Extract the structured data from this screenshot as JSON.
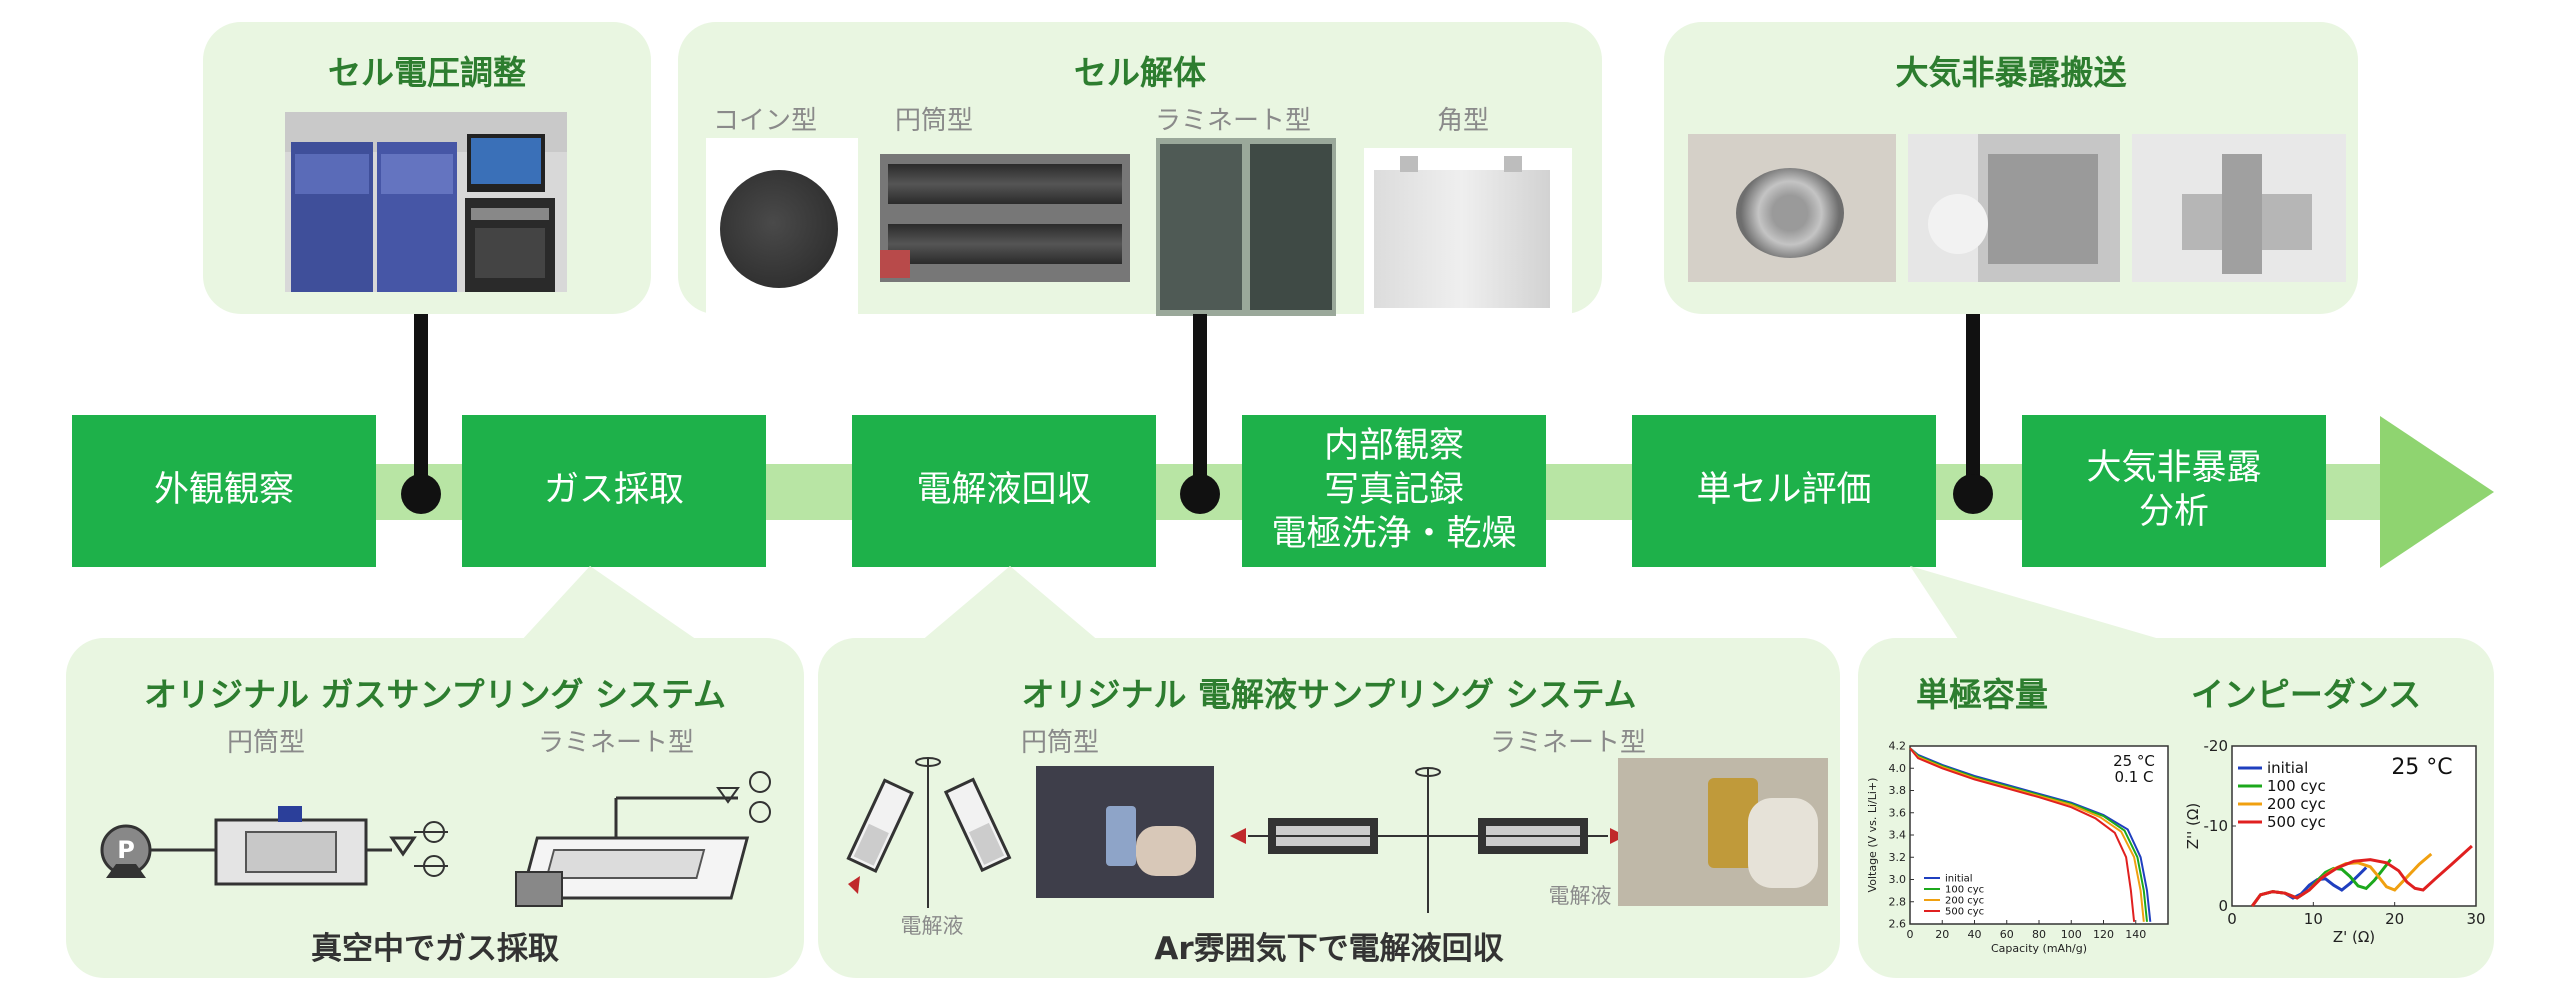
{
  "steps": [
    {
      "label": "外観観察"
    },
    {
      "label": "ガス採取"
    },
    {
      "label": "電解液回収"
    },
    {
      "label": "内部観察\n写真記録\n電極洗浄・乾燥"
    },
    {
      "label": "単セル評価"
    },
    {
      "label": "大気非暴露\n分析"
    }
  ],
  "panels": {
    "voltage": {
      "title": "セル電圧調整"
    },
    "disassembly": {
      "title": "セル解体",
      "types": [
        "コイン型",
        "円筒型",
        "ラミネート型",
        "角型"
      ]
    },
    "transport": {
      "title": "大気非暴露搬送"
    },
    "gas": {
      "title": "オリジナル ガスサンプリング システム",
      "types": [
        "円筒型",
        "ラミネート型"
      ],
      "pump_letter": "P",
      "caption": "真空中でガス採取"
    },
    "electrolyte": {
      "title": "オリジナル 電解液サンプリング システム",
      "types": [
        "円筒型",
        "ラミネート型"
      ],
      "label_electrolyte": "電解液",
      "caption": "Ar雰囲気下で電解液回収"
    },
    "evaluation": {
      "title_capacity": "単極容量",
      "title_impedance": "インピーダンス"
    }
  },
  "colors": {
    "step_green": "#1eb14a",
    "arrow_green": "#b8e5a4",
    "panel_bg": "#e9f6e1",
    "title_green": "#2d7d2f"
  },
  "chart_data": [
    {
      "type": "line",
      "title": "単極容量",
      "annotation": [
        "25 °C",
        "0.1 C"
      ],
      "xlabel": "Capacity (mAh/g)",
      "ylabel": "Voltage (V vs. Li/Li+)",
      "xlim": [
        0,
        160
      ],
      "ylim": [
        2.6,
        4.2
      ],
      "xticks": [
        "0",
        "20",
        "40",
        "60",
        "80",
        "100",
        "120",
        "140"
      ],
      "yticks": [
        "2.6",
        "2.8",
        "3.0",
        "3.2",
        "3.4",
        "3.6",
        "3.8",
        "4.0",
        "4.2"
      ],
      "legend_position": "bottom-left",
      "series": [
        {
          "name": "initial",
          "color": "#1f3fbf",
          "x": [
            0,
            5,
            20,
            40,
            60,
            80,
            100,
            120,
            135,
            143,
            147,
            149
          ],
          "y": [
            4.18,
            4.12,
            4.03,
            3.93,
            3.85,
            3.77,
            3.69,
            3.58,
            3.45,
            3.2,
            2.9,
            2.62
          ]
        },
        {
          "name": "100 cyc",
          "color": "#1ca81c",
          "x": [
            0,
            5,
            20,
            40,
            60,
            80,
            100,
            120,
            133,
            141,
            145,
            147
          ],
          "y": [
            4.18,
            4.11,
            4.02,
            3.92,
            3.84,
            3.76,
            3.68,
            3.57,
            3.44,
            3.2,
            2.9,
            2.62
          ]
        },
        {
          "name": "200 cyc",
          "color": "#f0a010",
          "x": [
            0,
            5,
            20,
            40,
            60,
            80,
            100,
            118,
            131,
            139,
            143,
            145
          ],
          "y": [
            4.18,
            4.1,
            4.01,
            3.91,
            3.83,
            3.75,
            3.67,
            3.56,
            3.43,
            3.2,
            2.9,
            2.62
          ]
        },
        {
          "name": "500 cyc",
          "color": "#e02020",
          "x": [
            0,
            5,
            20,
            40,
            60,
            80,
            100,
            115,
            127,
            134,
            137,
            139
          ],
          "y": [
            4.18,
            4.09,
            4.0,
            3.9,
            3.82,
            3.74,
            3.65,
            3.55,
            3.42,
            3.2,
            2.9,
            2.62
          ]
        }
      ]
    },
    {
      "type": "line",
      "title": "インピーダンス",
      "annotation": [
        "25 °C"
      ],
      "xlabel": "Z' (Ω)",
      "ylabel": "Z'' (Ω)",
      "xlim": [
        0,
        30
      ],
      "ylim": [
        0,
        -20
      ],
      "xticks": [
        "0",
        "10",
        "20",
        "30"
      ],
      "yticks": [
        "0",
        "-10",
        "-20"
      ],
      "legend_position": "top-left",
      "series": [
        {
          "name": "initial",
          "color": "#1f3fbf",
          "x": [
            2.5,
            3.5,
            5,
            6.5,
            7.5,
            8.5,
            9.5,
            10.5,
            11.5,
            12.5,
            13.5,
            14.5,
            15.5,
            16.5
          ],
          "y": [
            0,
            -1.4,
            -1.8,
            -1.6,
            -1.0,
            -1.5,
            -2.6,
            -3.3,
            -3.4,
            -2.6,
            -2.0,
            -2.8,
            -3.8,
            -4.8
          ]
        },
        {
          "name": "100 cyc",
          "color": "#1ca81c",
          "x": [
            2.5,
            3.5,
            5,
            6.5,
            8,
            9.5,
            10.5,
            11.5,
            12.5,
            13.5,
            14.5,
            15.5,
            16.5,
            17.5,
            18.5,
            19.5
          ],
          "y": [
            0,
            -1.4,
            -1.8,
            -1.6,
            -1.0,
            -2.0,
            -3.2,
            -4.2,
            -4.7,
            -4.6,
            -3.7,
            -2.5,
            -2.2,
            -3.2,
            -4.5,
            -5.8
          ]
        },
        {
          "name": "200 cyc",
          "color": "#f0a010",
          "x": [
            2.5,
            3.5,
            5,
            6.5,
            8,
            9.5,
            11,
            12.5,
            14,
            15.5,
            17,
            18,
            19,
            20,
            21.5,
            23,
            24.5
          ],
          "y": [
            0,
            -1.4,
            -1.8,
            -1.6,
            -1.0,
            -2.0,
            -3.5,
            -4.6,
            -5.3,
            -5.4,
            -4.9,
            -3.7,
            -2.4,
            -2.0,
            -3.6,
            -5.2,
            -6.5
          ]
        },
        {
          "name": "500 cyc",
          "color": "#e02020",
          "x": [
            2.5,
            3.5,
            5,
            6.5,
            8,
            9.5,
            11,
            13,
            15,
            17,
            19,
            20.5,
            21.5,
            22.5,
            23.5,
            25,
            27,
            29.5
          ],
          "y": [
            0,
            -1.4,
            -1.8,
            -1.6,
            -1.0,
            -2.0,
            -3.5,
            -4.8,
            -5.6,
            -5.8,
            -5.4,
            -4.4,
            -3.0,
            -2.2,
            -2.0,
            -3.4,
            -5.2,
            -7.5
          ]
        }
      ]
    }
  ]
}
